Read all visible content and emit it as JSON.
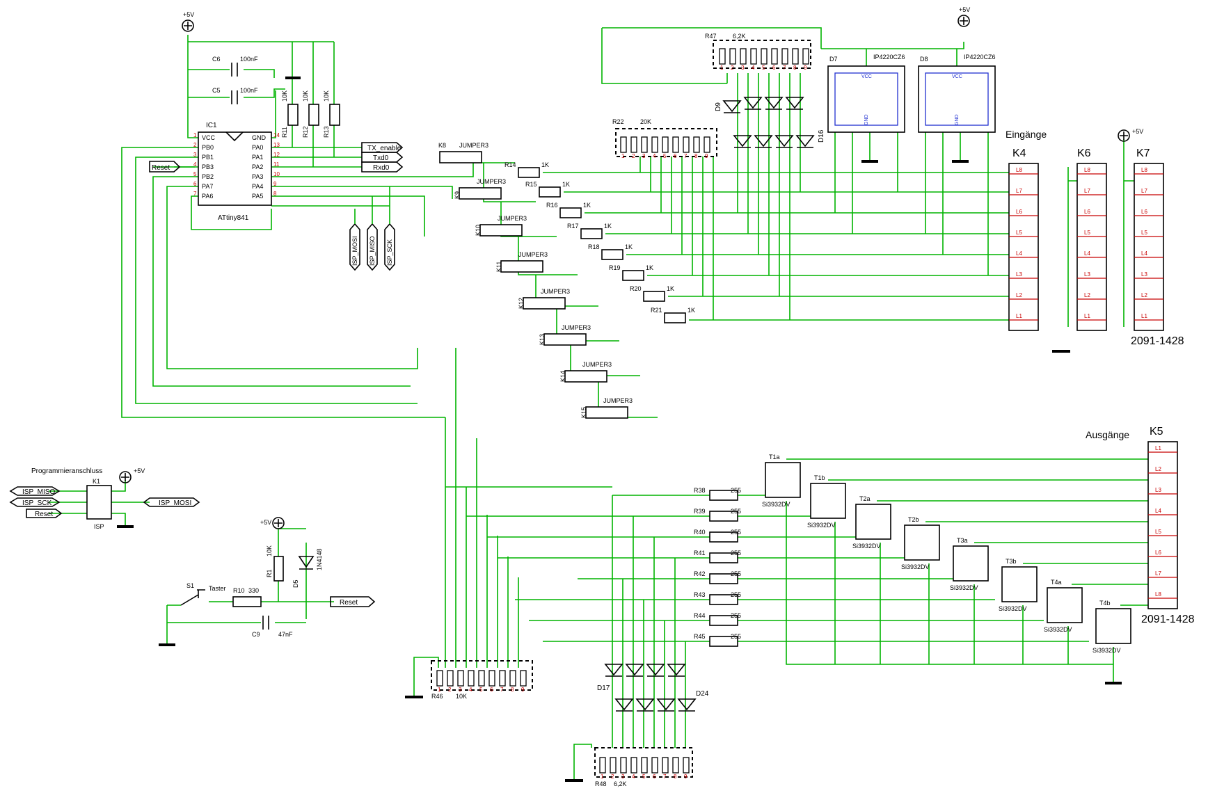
{
  "supply": "+5V",
  "mcu": {
    "ref": "IC1",
    "name": "ATtiny841",
    "left_pins": [
      "VCC",
      "PB0",
      "PB1",
      "PB3",
      "PB2",
      "PA7",
      "PA6"
    ],
    "left_nums": [
      "1",
      "2",
      "3",
      "4",
      "5",
      "6",
      "7"
    ],
    "right_pins": [
      "GND",
      "PA0",
      "PA1",
      "PA2",
      "PA3",
      "PA4",
      "PA5"
    ],
    "right_nums": [
      "14",
      "13",
      "12",
      "11",
      "10",
      "9",
      "8"
    ]
  },
  "caps": [
    {
      "ref": "C6",
      "value": "100nF"
    },
    {
      "ref": "C5",
      "value": "100nF"
    },
    {
      "ref": "C9",
      "value": "47nF"
    }
  ],
  "pullups": [
    {
      "ref": "R11",
      "value": "10K"
    },
    {
      "ref": "R12",
      "value": "10K"
    },
    {
      "ref": "R13",
      "value": "10K"
    }
  ],
  "nets": {
    "tx_enable": "TX_enable",
    "txd": "Txd0",
    "rxd": "Rxd0",
    "reset": "Reset",
    "isp_mosi": "ISP_MOSI",
    "isp_miso": "ISP_MISO",
    "isp_sck": "ISP_SCK"
  },
  "jumper_label": "JUMPER3",
  "jumpers": [
    "K8",
    "K9",
    "K10",
    "K11",
    "K12",
    "K13",
    "K14",
    "K15"
  ],
  "series_res": [
    {
      "ref": "R14",
      "value": "1K"
    },
    {
      "ref": "R15",
      "value": "1K"
    },
    {
      "ref": "R16",
      "value": "1K"
    },
    {
      "ref": "R17",
      "value": "1K"
    },
    {
      "ref": "R18",
      "value": "1K"
    },
    {
      "ref": "R19",
      "value": "1K"
    },
    {
      "ref": "R20",
      "value": "1K"
    },
    {
      "ref": "R21",
      "value": "1K"
    }
  ],
  "arrays": {
    "r47": {
      "ref": "R47",
      "value": "6,2K"
    },
    "r22": {
      "ref": "R22",
      "value": "20K"
    },
    "r46": {
      "ref": "R46",
      "value": "10K"
    },
    "r48": {
      "ref": "R48",
      "value": "6,2K"
    }
  },
  "array_pins": [
    "1",
    "2",
    "3",
    "4",
    "5",
    "6",
    "7",
    "8",
    "9"
  ],
  "tvs": [
    {
      "ref": "D7",
      "part": "IP4220CZ6"
    },
    {
      "ref": "D8",
      "part": "IP4220CZ6"
    }
  ],
  "tvs_labels": {
    "vcc": "VCC",
    "gnd": "GND"
  },
  "led_labels": {
    "d9": "D9",
    "d16": "D16",
    "d17": "D17",
    "d24": "D24"
  },
  "inputs_title": "Eingänge",
  "outputs_title": "Ausgänge",
  "connectors": {
    "k4": "K4",
    "k6": "K6",
    "k7": "K7",
    "k5": "K5"
  },
  "line_labels": [
    "L8",
    "L7",
    "L6",
    "L5",
    "L4",
    "L3",
    "L2",
    "L1"
  ],
  "out_line_labels": [
    "L1",
    "L2",
    "L3",
    "L4",
    "L5",
    "L6",
    "L7",
    "L8"
  ],
  "part_number": "2091-1428",
  "gate_res": [
    {
      "ref": "R38",
      "value": "255"
    },
    {
      "ref": "R39",
      "value": "255"
    },
    {
      "ref": "R40",
      "value": "255"
    },
    {
      "ref": "R41",
      "value": "255"
    },
    {
      "ref": "R42",
      "value": "255"
    },
    {
      "ref": "R43",
      "value": "255"
    },
    {
      "ref": "R44",
      "value": "255"
    },
    {
      "ref": "R45",
      "value": "255"
    }
  ],
  "fets": [
    "T1a",
    "T1b",
    "T2a",
    "T2b",
    "T3a",
    "T3b",
    "T4a",
    "T4b"
  ],
  "fet_part": "Si3932DV",
  "prog": {
    "title": "Programmieranschluss",
    "ref": "K1",
    "name": "ISP"
  },
  "reset_circuit": {
    "switch_ref": "S1",
    "switch_name": "Taster",
    "r10": "R10",
    "r10_val": "330",
    "r1": "R1",
    "r1_val": "10K",
    "d5": "D5",
    "d5_part": "1N4148"
  }
}
